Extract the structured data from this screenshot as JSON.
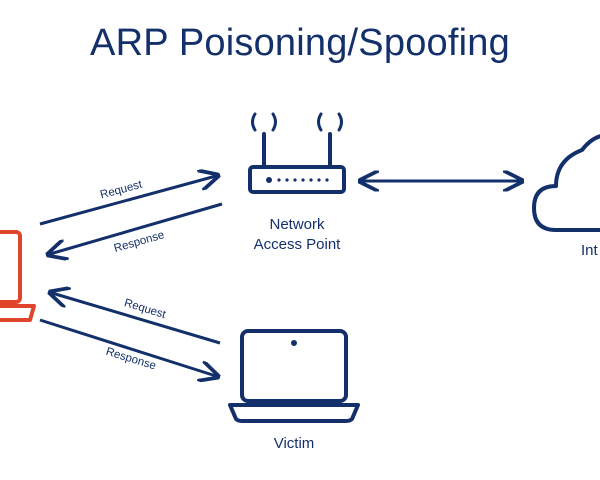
{
  "title": "ARP Poisoning/Spoofing",
  "colors": {
    "primary": "#14306b",
    "attacker": "#e0452b",
    "background": "#ffffff"
  },
  "nodes": {
    "attacker": {
      "icon": "laptop-icon",
      "label": ""
    },
    "access_point": {
      "icon": "router-icon",
      "label_line1": "Network",
      "label_line2": "Access Point"
    },
    "internet": {
      "icon": "cloud-icon",
      "label_visible": "Int"
    },
    "victim": {
      "icon": "laptop-icon",
      "label": "Victim"
    }
  },
  "arrows": {
    "attacker_to_ap": "Request",
    "ap_to_attacker": "Response",
    "victim_to_attacker": "Request",
    "attacker_to_victim": "Response"
  }
}
